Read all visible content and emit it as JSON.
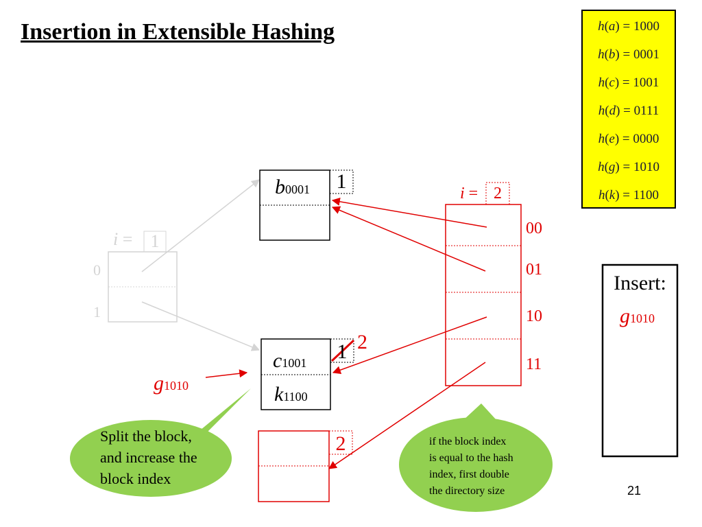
{
  "title": "Insertion in Extensible Hashing",
  "hash_table": [
    {
      "key": "a",
      "value": "1000"
    },
    {
      "key": "b",
      "value": "0001"
    },
    {
      "key": "c",
      "value": "1001"
    },
    {
      "key": "d",
      "value": "0111"
    },
    {
      "key": "e",
      "value": "0000"
    },
    {
      "key": "g",
      "value": "1010"
    },
    {
      "key": "k",
      "value": "1100"
    }
  ],
  "old_directory": {
    "i_label": "i =",
    "i_value": "1",
    "entries": [
      "0",
      "1"
    ]
  },
  "new_directory": {
    "i_label": "i =",
    "i_value": "2",
    "entries": [
      "00",
      "01",
      "10",
      "11"
    ]
  },
  "bucket_b": {
    "key": "b",
    "bits": "0001",
    "local_depth": "1"
  },
  "bucket_ck": {
    "key1": "c",
    "bits1": "1001",
    "key2": "k",
    "bits2": "1100",
    "old_depth": "1",
    "new_depth": "2"
  },
  "bucket_new": {
    "local_depth": "2"
  },
  "incoming": {
    "key": "g",
    "bits": "1010"
  },
  "insert_box": {
    "label": "Insert:",
    "key": "g",
    "bits": "1010"
  },
  "bubble_left": {
    "lines": [
      "Split the block,",
      "and increase the",
      "block index"
    ]
  },
  "bubble_right": {
    "lines": [
      "if the block index",
      "is equal to the hash",
      "index, first double",
      "the directory size"
    ]
  },
  "page_number": "21",
  "colors": {
    "accent_red": "#e00000",
    "hash_yellow": "#ffff00",
    "bubble_green": "#92d050",
    "faded": "#d4d4d4"
  }
}
